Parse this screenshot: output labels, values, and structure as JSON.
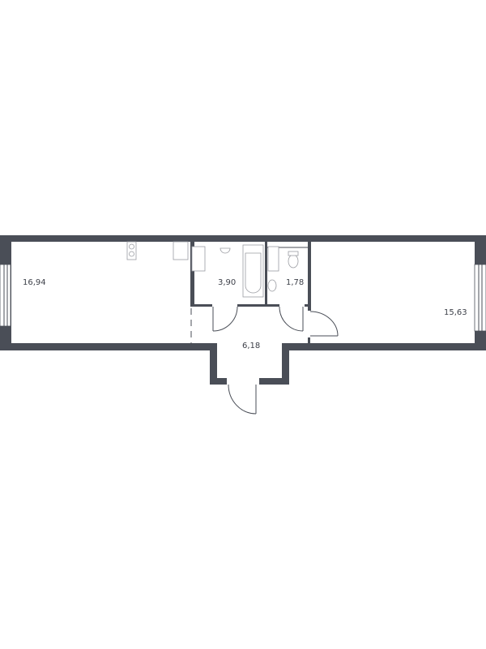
{
  "plan": {
    "wall_color": "#4a4e57",
    "rooms": [
      {
        "id": "living-kitchen",
        "area": "16,94"
      },
      {
        "id": "bathroom",
        "area": "3,90"
      },
      {
        "id": "wc",
        "area": "1,78"
      },
      {
        "id": "hallway",
        "area": "6,18"
      },
      {
        "id": "bedroom",
        "area": "15,63"
      }
    ]
  }
}
